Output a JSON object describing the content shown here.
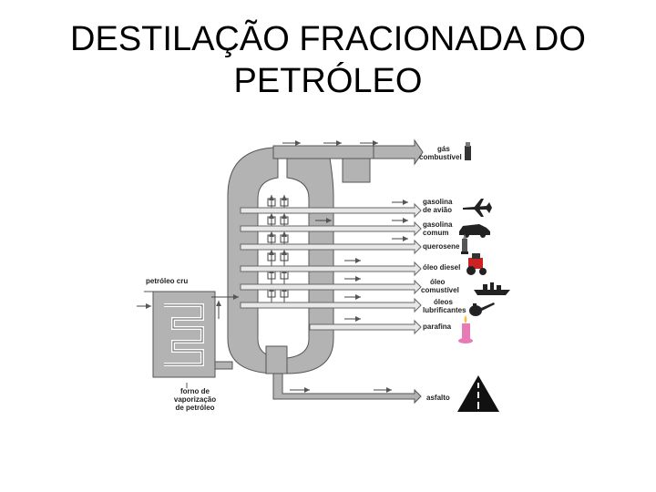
{
  "slide": {
    "title_line1": "DESTILAÇÃO FRACIONADA DO",
    "title_line2": "PETRÓLEO"
  },
  "diagram": {
    "inputs": {
      "crude": "petróleo cru",
      "furnace_line1": "forno de",
      "furnace_line2": "vaporização",
      "furnace_line3": "de petróleo"
    },
    "products": [
      {
        "line1": "gás",
        "line2": "combustível",
        "icon": "lighter-icon"
      },
      {
        "line1": "gasolina",
        "line2": "de avião",
        "icon": "airplane-icon"
      },
      {
        "line1": "gasolina",
        "line2": "comum",
        "icon": "car-icon"
      },
      {
        "line1": "querosene",
        "line2": "",
        "icon": "lamp-icon"
      },
      {
        "line1": "óleo diesel",
        "line2": "",
        "icon": "tractor-icon"
      },
      {
        "line1": "óleo",
        "line2": "comustível",
        "icon": "ship-icon"
      },
      {
        "line1": "óleos",
        "line2": "lubrificantes",
        "icon": "oil-can-icon"
      },
      {
        "line1": "parafina",
        "line2": "",
        "icon": "candle-icon"
      },
      {
        "line1": "asfalto",
        "line2": "",
        "icon": "road-icon"
      }
    ],
    "colors": {
      "pipe": "#b3b3b3",
      "outline": "#555555",
      "candle": "#e87bb5"
    }
  }
}
